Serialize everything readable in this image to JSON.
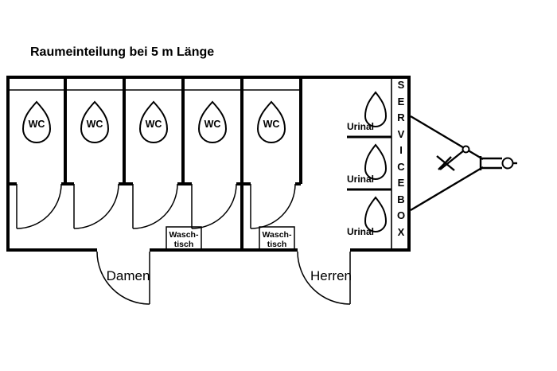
{
  "title": "Raumeinteilung bei 5 m Länge",
  "colors": {
    "line": "#000000",
    "background": "#ffffff"
  },
  "rooms": {
    "wc_labels": [
      "WC",
      "WC",
      "WC",
      "WC",
      "WC"
    ],
    "urinal_labels": [
      "Urinal",
      "Urinal",
      "Urinal"
    ],
    "waschtisch": [
      {
        "line1": "Wasch-",
        "line2": "tisch"
      },
      {
        "line1": "Wasch-",
        "line2": "tisch"
      }
    ],
    "damen_label": "Damen",
    "herren_label": "Herren"
  },
  "servicebox": {
    "text": "SERVICEBOX",
    "letters": [
      "S",
      "E",
      "R",
      "V",
      "I",
      "C",
      "E",
      "B",
      "O",
      "X"
    ]
  }
}
